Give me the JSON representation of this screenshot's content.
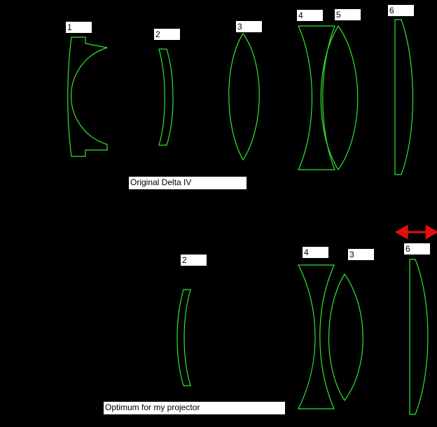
{
  "top_configuration": {
    "caption": "Original Delta IV",
    "elements": [
      {
        "label": "1",
        "shape": "meniscus-with-flange"
      },
      {
        "label": "2",
        "shape": "meniscus"
      },
      {
        "label": "3",
        "shape": "biconvex"
      },
      {
        "label": "4",
        "shape": "biconcave"
      },
      {
        "label": "5",
        "shape": "biconvex"
      },
      {
        "label": "6",
        "shape": "plano-convex"
      }
    ]
  },
  "bottom_configuration": {
    "caption": "Optimum for my projector",
    "elements": [
      {
        "label": "2",
        "shape": "meniscus"
      },
      {
        "label": "4",
        "shape": "biconcave"
      },
      {
        "label": "3",
        "shape": "biconvex"
      },
      {
        "label": "6",
        "shape": "plano-convex"
      }
    ],
    "annotation": {
      "type": "double-arrow",
      "color": "#e01010",
      "meaning": "element 6 moved"
    }
  },
  "colors": {
    "background": "#000000",
    "lens_outline": "#2fe82f",
    "label_background": "#ffffff",
    "arrow": "#e01010"
  }
}
